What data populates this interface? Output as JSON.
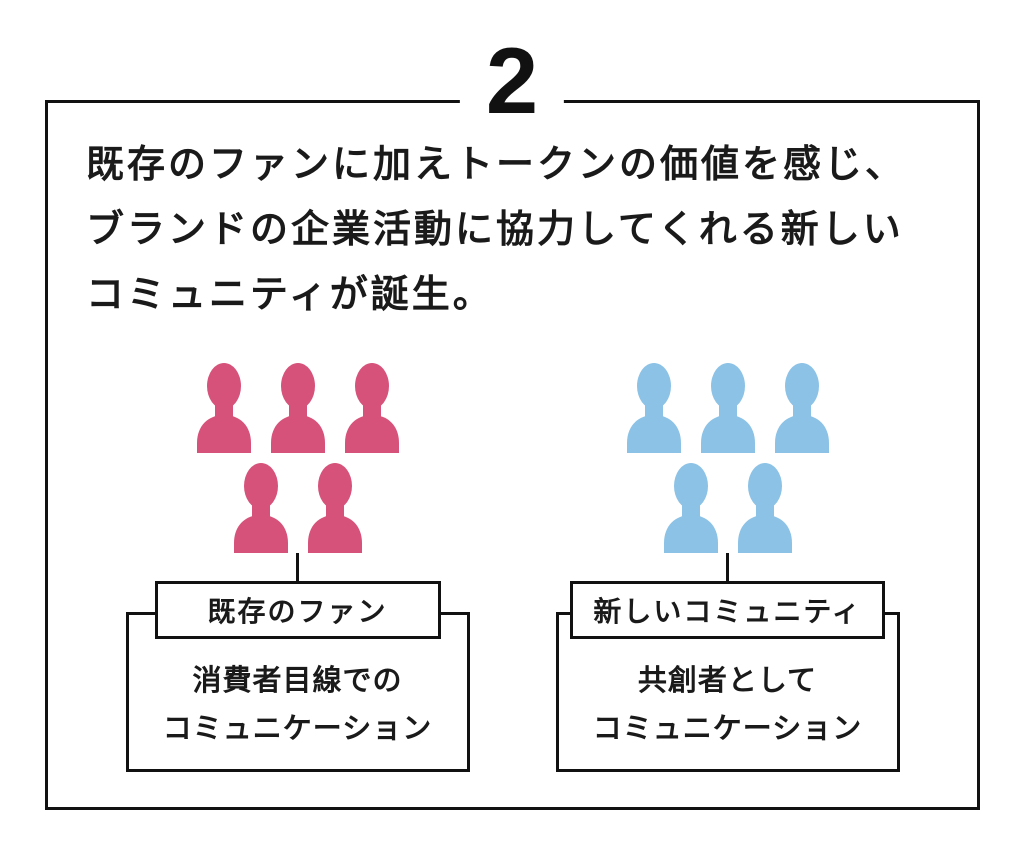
{
  "badge": {
    "number": "2"
  },
  "description": {
    "lines": [
      "既存のファンに加えトークンの価値を感じ、",
      "ブランドの企業活動に協力してくれる新しい",
      "コミュニティが誕生。"
    ]
  },
  "groups": [
    {
      "name": "existing-fans",
      "color": "#d6527a",
      "label": "既存のファン",
      "description_lines": [
        "消費者目線での",
        "コミュニケーション"
      ]
    },
    {
      "name": "new-community",
      "color": "#8cc2e6",
      "label": "新しいコミュニティ",
      "description_lines": [
        "共創者として",
        "コミュニケーション"
      ]
    }
  ],
  "colors": {
    "border": "#111111",
    "text": "#1a1a1a",
    "background": "#ffffff"
  }
}
